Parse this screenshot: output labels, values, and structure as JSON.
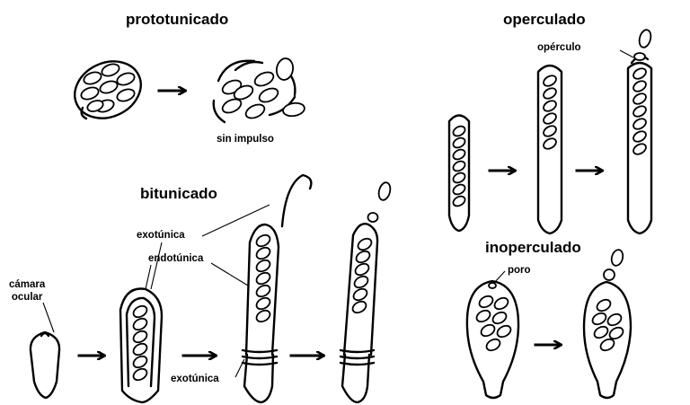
{
  "titles": {
    "prototunicado": "prototunicado",
    "operculado": "operculado",
    "bitunicado": "bitunicado",
    "inoperculado": "inoperculado"
  },
  "labels": {
    "sin_impulso": "sin impulso",
    "operculo": "opérculo",
    "exotunica_top": "exotúnica",
    "endotunica": "endotúnica",
    "camara_line1": "cámara",
    "camara_line2": "ocular",
    "exotunica_bottom": "exotúnica",
    "poro": "poro"
  },
  "colors": {
    "ink": "#000000",
    "background": "#ffffff"
  }
}
